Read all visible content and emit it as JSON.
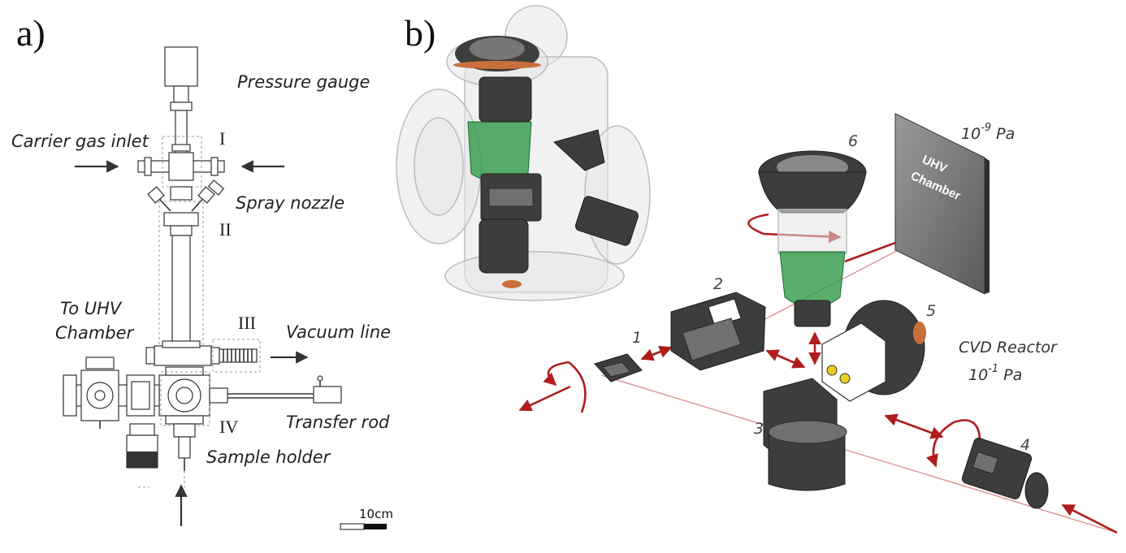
{
  "panel_a": {
    "letter": "a)",
    "labels": {
      "pressure_gauge": "Pressure gauge",
      "carrier_gas_inlet": "Carrier gas inlet",
      "spray_nozzle": "Spray nozzle",
      "to_uhv_chamber_line1": "To UHV",
      "to_uhv_chamber_line2": "Chamber",
      "vacuum_line": "Vacuum line",
      "transfer_rod": "Transfer rod",
      "sample_holder": "Sample holder"
    },
    "sections": [
      "I",
      "II",
      "III",
      "IV"
    ],
    "scale_bar": "10cm"
  },
  "panel_b": {
    "letter": "b)",
    "uhv_pressure": {
      "base": "10",
      "exponent": "-9",
      "unit": "Pa"
    },
    "uhv_chamber_line1": "UHV",
    "uhv_chamber_line2": "Chamber",
    "cvd_reactor": "CVD Reactor",
    "cvd_pressure": {
      "base": "10",
      "exponent": "-1",
      "unit": "Pa"
    },
    "component_numbers": [
      "1",
      "2",
      "3",
      "4",
      "5",
      "6"
    ]
  },
  "colors": {
    "arrow_red": "#b01c1c",
    "nozzle_green": "#2f9a4a",
    "flange_copper": "#c9703a"
  }
}
